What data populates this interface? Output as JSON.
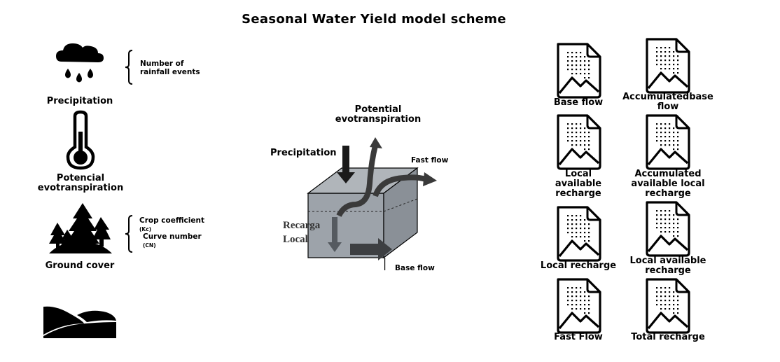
{
  "title": "Seasonal Water Yield model scheme",
  "inputs": {
    "precipitation": {
      "label": "Precipitation",
      "note_line1": "Number of",
      "note_line2": "rainfall events",
      "icon": "rain-cloud-icon"
    },
    "evapotranspiration": {
      "label_line1": "Potencial",
      "label_line2": "evotranspiration",
      "icon": "thermometer-icon"
    },
    "ground_cover": {
      "label": "Ground cover",
      "note_line1": "Crop coefficient",
      "note_line1_sub": "(Kc)",
      "note_line2": "Curve number",
      "note_line2_sub": "(CN)",
      "icon": "trees-icon"
    },
    "terrain": {
      "icon": "hills-icon"
    }
  },
  "block_diagram": {
    "precipitation": "Precipitation",
    "pet_line1": "Potential",
    "pet_line2": "evotranspiration",
    "fast_flow": "Fast flow",
    "base_flow": "Base flow",
    "recharge_line1": "Recarga",
    "recharge_line2": "Local"
  },
  "outputs": [
    {
      "label": "Base flow",
      "icon": "raster-file-icon"
    },
    {
      "label": "Accumulatedbase flow",
      "line1": "Accumulatedbase",
      "line2": "flow",
      "icon": "raster-file-icon"
    },
    {
      "label": "Local available recharge",
      "line1": "Local",
      "line2": "available",
      "line3": "recharge",
      "icon": "raster-file-icon"
    },
    {
      "label": "Accumulated available local recharge",
      "line1": "Accumulated",
      "line2": "available local",
      "line3": "recharge",
      "icon": "raster-file-icon"
    },
    {
      "label": "Local recharge",
      "icon": "raster-file-icon"
    },
    {
      "label": "Local available recharge",
      "line1": "Local available",
      "line2": "recharge",
      "icon": "raster-file-icon"
    },
    {
      "label": "Fast Flow",
      "icon": "raster-file-icon"
    },
    {
      "label": "Total recharge",
      "icon": "raster-file-icon"
    }
  ]
}
